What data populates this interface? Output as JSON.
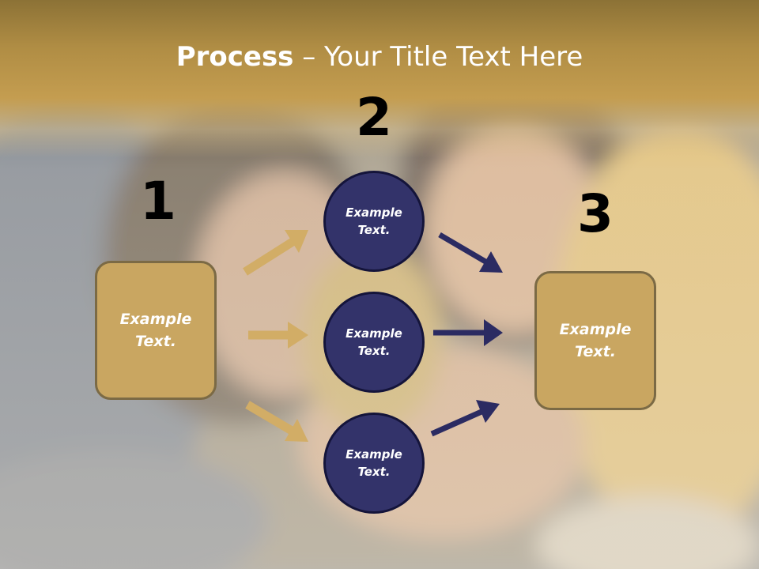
{
  "slide": {
    "title_bold": "Process",
    "title_rest": " – Your Title Text Here",
    "steps": [
      {
        "number": "1",
        "line1": "Example",
        "line2": "Text."
      },
      {
        "number": "2",
        "line1": "Example",
        "line2": "Text."
      },
      {
        "number": "3",
        "line1": "Example",
        "line2": "Text."
      }
    ],
    "circles": [
      {
        "line1": "Example",
        "line2": "Text."
      },
      {
        "line1": "Example",
        "line2": "Text."
      },
      {
        "line1": "Example",
        "line2": "Text."
      }
    ]
  },
  "colors": {
    "gold_box": "#c9a661",
    "gold_arrow": "#d2ad66",
    "navy_circle": "#33336a",
    "navy_arrow": "#2b2b62",
    "title_band": "#c49d50"
  }
}
